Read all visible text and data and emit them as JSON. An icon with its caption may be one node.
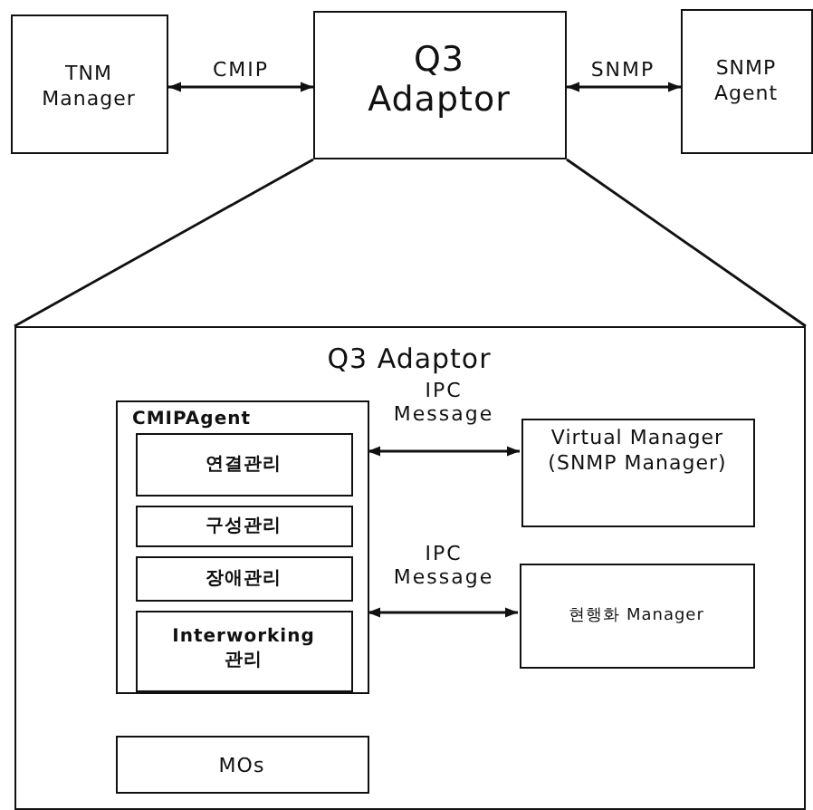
{
  "diagram": {
    "nodes": [
      {
        "text": [
          "TNM Manager"
        ]
      },
      {
        "text": [
          "Q3 Adaptor"
        ]
      },
      {
        "text": [
          "SNMP Agent"
        ]
      },
      {
        "text": [
          "Q3 Adaptor"
        ]
      },
      {
        "text": [
          "CMIPAgent"
        ],
        "in": 3
      },
      {
        "text": [
          "연결관리"
        ],
        "in": 4
      },
      {
        "text": [
          "구성관리"
        ],
        "in": 4
      },
      {
        "text": [
          "장애관리"
        ],
        "in": 4
      },
      {
        "text": [
          "Interworking 관리"
        ],
        "in": 4
      },
      {
        "text": [
          "Virtual Manager (SNMP Manager)"
        ],
        "in": 3
      },
      {
        "text": [
          "현행화 Manager"
        ],
        "in": 3
      },
      {
        "text": [
          "MOs"
        ],
        "in": 3
      }
    ],
    "edges": [
      {
        "from": 0,
        "to": 1,
        "arrow": "both",
        "label": "CMIP"
      },
      {
        "from": 1,
        "to": 2,
        "arrow": "both",
        "label": "SNMP"
      },
      {
        "from": 1,
        "to": 3,
        "arrow": "none"
      },
      {
        "from": 1,
        "to": 3,
        "arrow": "none"
      },
      {
        "from": 4,
        "to": 9,
        "arrow": "both",
        "label": "IPC Message"
      },
      {
        "from": 4,
        "to": 10,
        "arrow": "both",
        "label": "IPC Message"
      }
    ]
  }
}
